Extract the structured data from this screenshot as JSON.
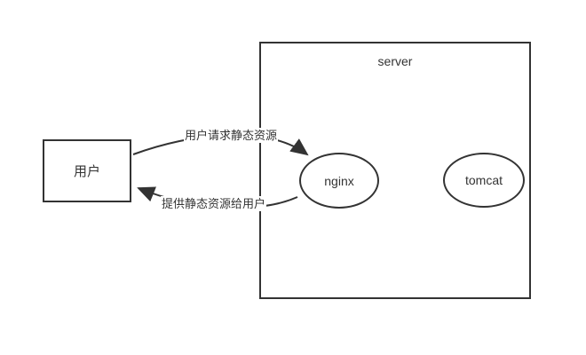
{
  "diagram": {
    "background_color": "#ffffff",
    "stroke_color": "#333333",
    "text_color": "#333333",
    "nodes": {
      "user": {
        "label": "用户",
        "shape": "rectangle"
      },
      "server": {
        "label": "server",
        "shape": "rectangle"
      },
      "nginx": {
        "label": "nginx",
        "shape": "ellipse"
      },
      "tomcat": {
        "label": "tomcat",
        "shape": "ellipse"
      }
    },
    "edges": {
      "request": {
        "label": "用户请求静态资源",
        "from": "用户",
        "to": "nginx",
        "style": "curved-arrow"
      },
      "response": {
        "label": "提供静态资源给用户",
        "from": "nginx",
        "to": "用户",
        "style": "curved-arrow"
      }
    }
  }
}
